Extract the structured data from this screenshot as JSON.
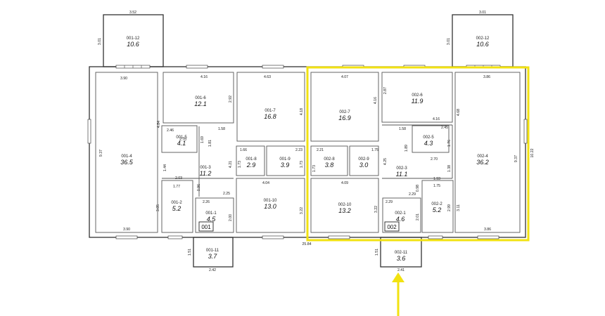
{
  "highlight_color": "#f2e211",
  "rooms": {
    "r001_12": {
      "id": "001-12",
      "area": "10.6"
    },
    "r002_12": {
      "id": "002-12",
      "area": "10.6"
    },
    "r001_4": {
      "id": "001-4",
      "area": "36.5"
    },
    "r001_6": {
      "id": "001-6",
      "area": "12.1"
    },
    "r001_7": {
      "id": "001-7",
      "area": "16.8"
    },
    "r001_5": {
      "id": "001-5",
      "area": "4.1"
    },
    "r001_3": {
      "id": "001-3",
      "area": "11.2"
    },
    "r001_8": {
      "id": "001-8",
      "area": "2.9"
    },
    "r001_9": {
      "id": "001-9",
      "area": "3.9"
    },
    "r001_2": {
      "id": "001-2",
      "area": "5.2"
    },
    "r001_1": {
      "id": "001-1",
      "area": "4.5"
    },
    "r001_10": {
      "id": "001-10",
      "area": "13.0"
    },
    "r001_11": {
      "id": "001-11",
      "area": "3.7"
    },
    "r002_7": {
      "id": "002-7",
      "area": "16.9"
    },
    "r002_6": {
      "id": "002-6",
      "area": "11.9"
    },
    "r002_4": {
      "id": "002-4",
      "area": "36.2"
    },
    "r002_5": {
      "id": "002-5",
      "area": "4.3"
    },
    "r002_8": {
      "id": "002-8",
      "area": "3.8"
    },
    "r002_9": {
      "id": "002-9",
      "area": "3.0"
    },
    "r002_3": {
      "id": "002-3",
      "area": "11.1"
    },
    "r002_10": {
      "id": "002-10",
      "area": "13.2"
    },
    "r002_1": {
      "id": "002-1",
      "area": "4.6"
    },
    "r002_2": {
      "id": "002-2",
      "area": "5.2"
    },
    "r002_11": {
      "id": "002-11",
      "area": "3.6"
    }
  },
  "unit_tags": {
    "left": "001",
    "right": "002"
  },
  "dims": {
    "d352": "3.52",
    "d301_top_left": "3.01",
    "d301_top_right": "3.01",
    "d301_side_right": "3.01",
    "d390a": "3.90",
    "d416a": "4.16",
    "d463": "4.63",
    "d407": "4.07",
    "d287": "2.87",
    "d386a": "3.86",
    "d292": "2.92",
    "d418": "4.18",
    "d416b": "4.16",
    "d468": "4.68",
    "d484": "4.84",
    "d246": "2.46",
    "d169a": "1.69",
    "d158a": "1.58",
    "d181": "1.81",
    "d158b": "1.58",
    "d245": "2.45",
    "d937a": "9.37",
    "d270a": "2.70",
    "d166": "1.66",
    "d223": "2.23",
    "d221": "2.21",
    "d175a": "1.75",
    "d189": "1.89",
    "d176": "1.76",
    "d270b": "2.70",
    "d937b": "9.37",
    "d1022": "10.22",
    "d144": "1.44",
    "d203": "2.03",
    "d421": "4.21",
    "d173a": "1.73",
    "d173b": "1.73",
    "d173c": "1.73",
    "d425": "4.25",
    "d138": "1.38",
    "d404": "4.04",
    "d409": "4.09",
    "d193": "1.93",
    "d177": "1.77",
    "d096": "0.96",
    "d225": "2.25",
    "d226": "2.26",
    "d175b": "1.75",
    "d229a": "2.29",
    "d098": "0.98",
    "d305": "3.05",
    "d200": "2.00",
    "d322a": "3.22",
    "d322b": "3.22",
    "d229b": "2.29",
    "d201": "2.01",
    "d299": "2.99",
    "d311": "3.11",
    "d390b": "3.90",
    "d386b": "3.86",
    "d2584": "25.84",
    "d151a": "1.51",
    "d151b": "1.51",
    "d242": "2.42",
    "d241": "2.41"
  }
}
